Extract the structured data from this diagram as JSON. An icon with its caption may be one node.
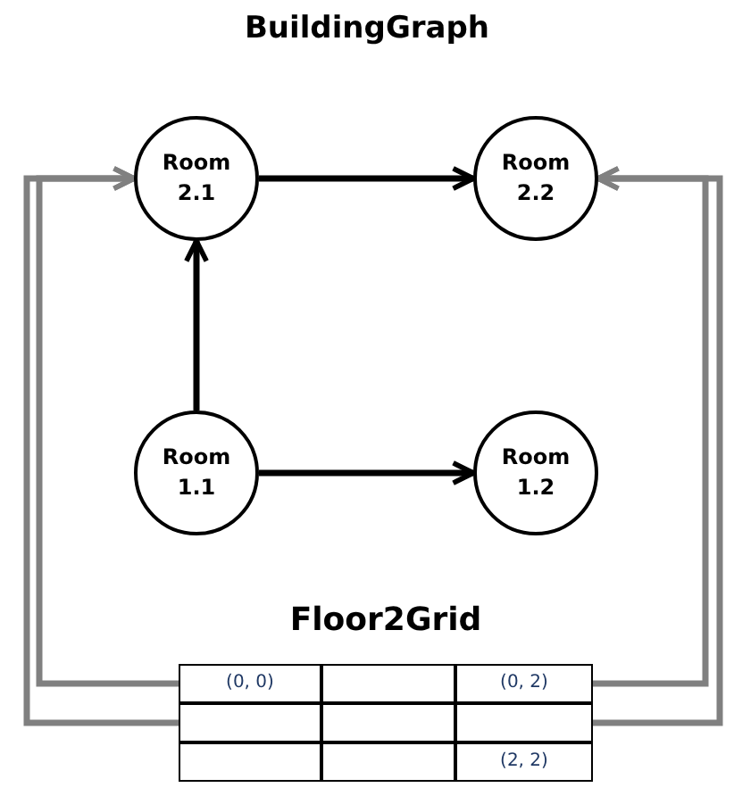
{
  "diagram": {
    "title": "BuildingGraph",
    "nodes": [
      {
        "text": [
          "Room 2.1"
        ]
      },
      {
        "text": [
          "Room 2.2"
        ]
      },
      {
        "text": [
          "Room 1.1"
        ]
      },
      {
        "text": [
          "Room 1.2"
        ]
      },
      {
        "text": [
          "Floor2Grid"
        ]
      },
      {
        "text": [
          "(0, 0)"
        ],
        "in": 4
      },
      {
        "text": [],
        "shape": "box",
        "in": 4
      },
      {
        "text": [
          "(0, 2)"
        ],
        "in": 4
      },
      {
        "text": [],
        "shape": "box",
        "in": 4
      },
      {
        "text": [],
        "shape": "box",
        "in": 4
      },
      {
        "text": [],
        "shape": "box",
        "in": 4
      },
      {
        "text": [],
        "shape": "box",
        "in": 4
      },
      {
        "text": [],
        "shape": "box",
        "in": 4
      },
      {
        "text": [
          "(2, 2)"
        ],
        "in": 4
      }
    ],
    "edges": [
      {
        "from": 0,
        "to": 1,
        "arrow": "to",
        "color": "#000000"
      },
      {
        "from": 2,
        "to": 0,
        "arrow": "to",
        "color": "#000000"
      },
      {
        "from": 2,
        "to": 3,
        "arrow": "to",
        "color": "#000000"
      },
      {
        "from": 5,
        "to": 0,
        "arrow": "to"
      },
      {
        "from": 8,
        "to": 0,
        "arrow": "to"
      },
      {
        "from": 7,
        "to": 1,
        "arrow": "to"
      },
      {
        "from": 10,
        "to": 1,
        "arrow": "to"
      }
    ]
  }
}
